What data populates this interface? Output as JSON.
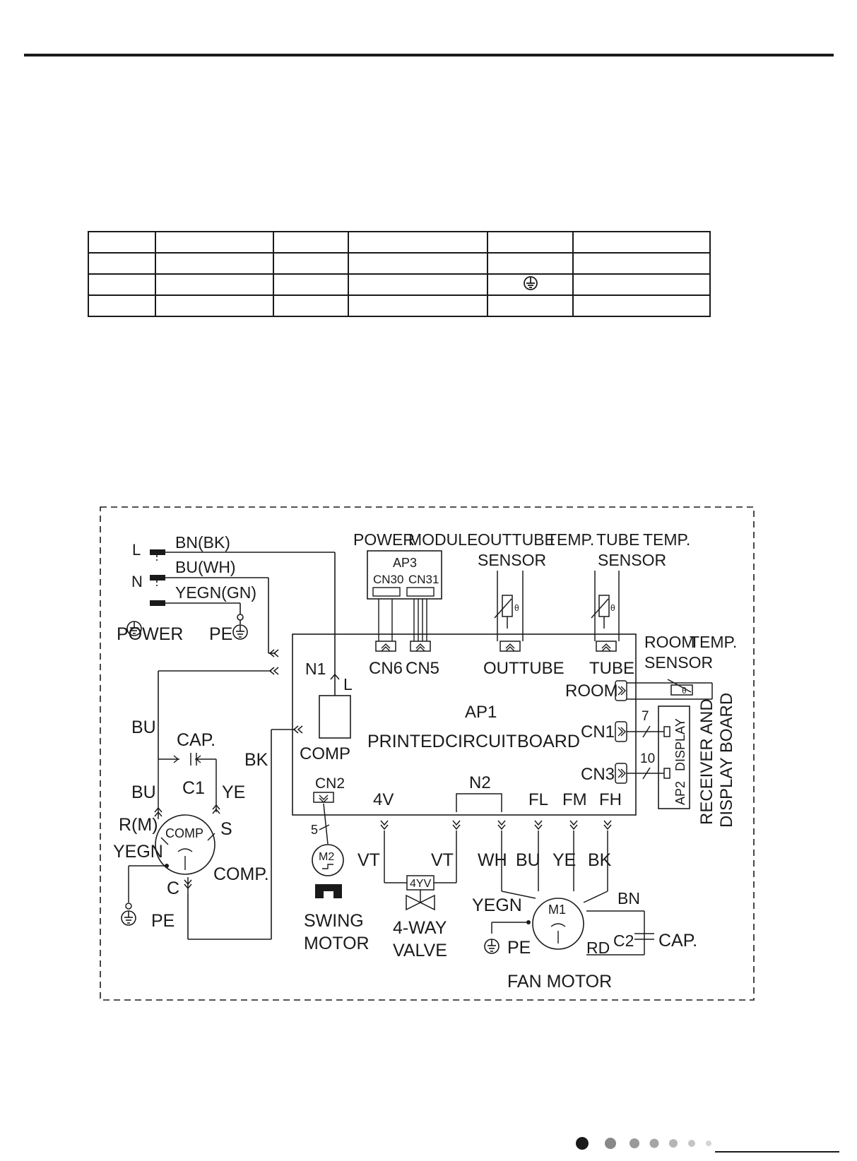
{
  "legend_table": {
    "rows": [
      [
        "",
        "",
        "",
        "",
        "",
        ""
      ],
      [
        "",
        "",
        "",
        "",
        "",
        ""
      ],
      [
        "",
        "",
        "",
        "",
        "ground-icon",
        ""
      ],
      [
        "",
        "",
        "",
        "",
        "",
        ""
      ]
    ]
  },
  "diagram": {
    "power": {
      "L": "L",
      "N": "N",
      "power_label": "POWER",
      "pe": "PE",
      "wire_l": "BN(BK)",
      "wire_n": "BU(WH)",
      "wire_g": "YEGN(GN)"
    },
    "modules": {
      "power_module_1": "POWER",
      "power_module_2": "MODULE",
      "ap3": "AP3",
      "cn30": "CN30",
      "cn31": "CN31",
      "outtube_1": "OUTTUBE",
      "outtube_2": "TEMP.",
      "outtube_3": "SENSOR",
      "tube_1": "TUBE",
      "tube_2": "TEMP.",
      "tube_3": "SENSOR",
      "room_1": "ROOM",
      "room_2": "TEMP.",
      "room_3": "SENSOR",
      "theta": "θ"
    },
    "board": {
      "n1": "N1",
      "l": "L",
      "cn6": "CN6",
      "cn5": "CN5",
      "outtube": "OUTTUBE",
      "tube": "TUBE",
      "room": "ROOM",
      "ap1": "AP1",
      "printed": "PRINTED",
      "circuit": "CIRCUIT",
      "board_word": "BOARD",
      "comp": "COMP",
      "cn1": "CN1",
      "cn3": "CN3",
      "cn2": "CN2",
      "n2": "N2",
      "v4": "4V",
      "fl": "FL",
      "fm": "FM",
      "fh": "FH",
      "pin7": "7",
      "pin10": "10",
      "display": "DISPLAY",
      "ap2": "AP2",
      "receiver_1": "RECEIVER AND",
      "receiver_2": "DISPLAY BOARD"
    },
    "compressor": {
      "bu_top": "BU",
      "cap": "CAP.",
      "c1": "C1",
      "bk": "BK",
      "bu": "BU",
      "ye": "YE",
      "rm": "R(M)",
      "yegn": "YEGN",
      "comp_inner": "COMP",
      "s": "S",
      "c": "C",
      "comp_label": "COMP.",
      "pe": "PE"
    },
    "swing": {
      "pin5": "5",
      "m2": "M2",
      "label_1": "SWING",
      "label_2": "MOTOR"
    },
    "valve": {
      "vt_left": "VT",
      "vt_right": "VT",
      "yv": "4YV",
      "label_1": "4-WAY",
      "label_2": "VALVE"
    },
    "fan": {
      "wh": "WH",
      "bu": "BU",
      "ye": "YE",
      "bk": "BK",
      "yegn": "YEGN",
      "m1": "M1",
      "pe": "PE",
      "bn": "BN",
      "c2": "C2",
      "cap": "CAP.",
      "rd": "RD",
      "label": "FAN MOTOR"
    }
  }
}
